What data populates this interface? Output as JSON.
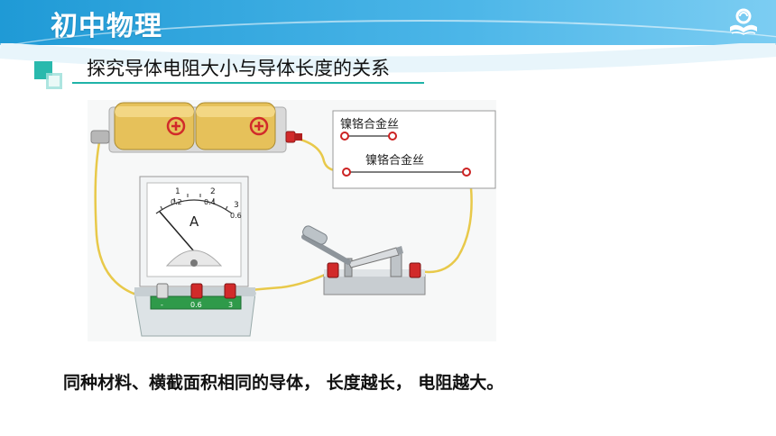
{
  "header": {
    "title": "初中物理",
    "logo_icon": "open-book-logo-icon"
  },
  "slide": {
    "subtitle": "探究导体电阻大小与导体长度的关系",
    "conclusion": "同种材料、横截面积相同的导体， 长度越长， 电阻越大。"
  },
  "figure": {
    "wire_label_top": "镍铬合金丝",
    "wire_label_bottom": "镍铬合金丝",
    "ammeter_unit": "A",
    "scale_outer": [
      "1",
      "2",
      "3"
    ],
    "scale_inner": [
      "0.2",
      "0.4",
      "0.6"
    ],
    "terminal_labels": [
      "-",
      "0.6",
      "3"
    ]
  },
  "colors": {
    "header_blue": "#1f9ad6",
    "accent_teal": "#1fb3a8",
    "battery_gold": "#e6c15a",
    "terminal_red": "#d12a2a",
    "wire_yellow": "#e8c94a"
  }
}
